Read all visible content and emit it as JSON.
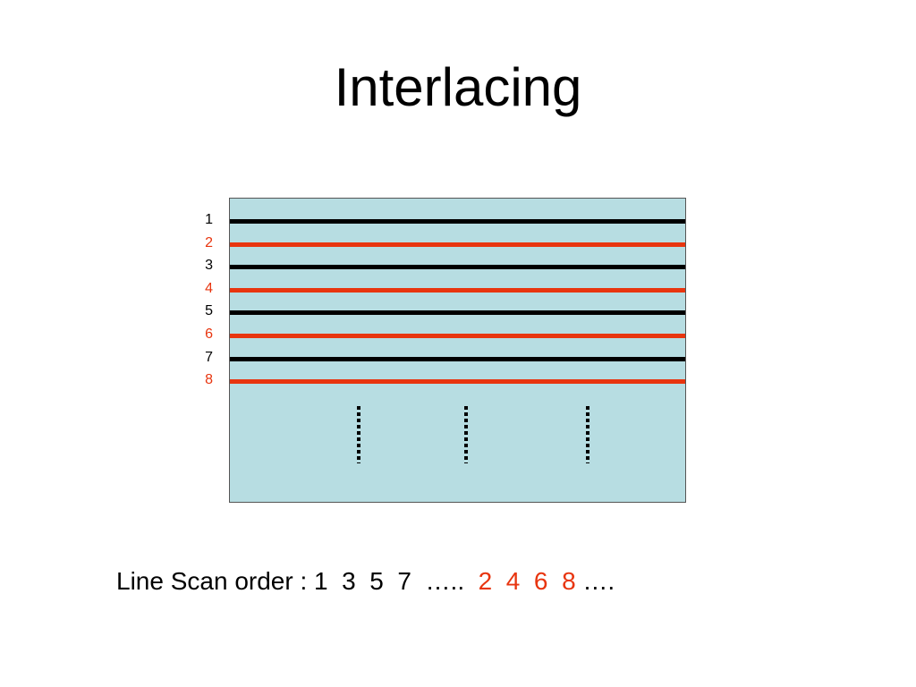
{
  "title": "Interlacing",
  "colors": {
    "odd": "#000000",
    "even": "#e8350f",
    "screen_fill": "#b7dde2"
  },
  "scan_lines": [
    {
      "number": "1",
      "field": "odd"
    },
    {
      "number": "2",
      "field": "even"
    },
    {
      "number": "3",
      "field": "odd"
    },
    {
      "number": "4",
      "field": "even"
    },
    {
      "number": "5",
      "field": "odd"
    },
    {
      "number": "6",
      "field": "even"
    },
    {
      "number": "7",
      "field": "odd"
    },
    {
      "number": "8",
      "field": "even"
    }
  ],
  "scan_order": {
    "prefix": "Line Scan order : 1  3  5  7  …..  ",
    "even_part": "2  4  6  8",
    "suffix": " …."
  }
}
